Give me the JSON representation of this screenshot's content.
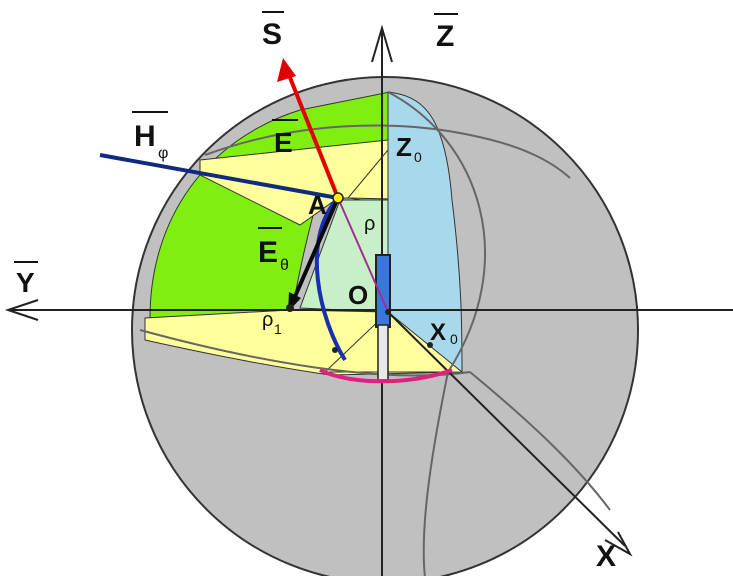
{
  "diagram": {
    "labels": {
      "s": "S",
      "z": "Z",
      "y": "Y",
      "x": "X",
      "h_phi": "H",
      "h_phi_sub": "φ",
      "e": "E",
      "e_theta": "E",
      "e_theta_sub": "θ",
      "z0": "Z",
      "z0_sub": "0",
      "a": "A",
      "rho": "ρ",
      "o": "O",
      "r1": "ρ",
      "r1_sub": "1",
      "x0": "X",
      "x0_sub": "0"
    },
    "colors": {
      "sphere": "#c0c0c0",
      "green_region": "#80ee10",
      "yellow_region": "#ffff9c",
      "blue_region": "#a8d8ec",
      "poynting_vector": "#e00000",
      "h_vector": "#102a80",
      "e_vector": "#0a0a0a",
      "meridian_arc": "#1830b0",
      "rho_line": "#a03090",
      "dipole": "#3878d8",
      "base_arc": "#e02080",
      "axes": "#222222",
      "sphere_grid": "#666666"
    }
  }
}
